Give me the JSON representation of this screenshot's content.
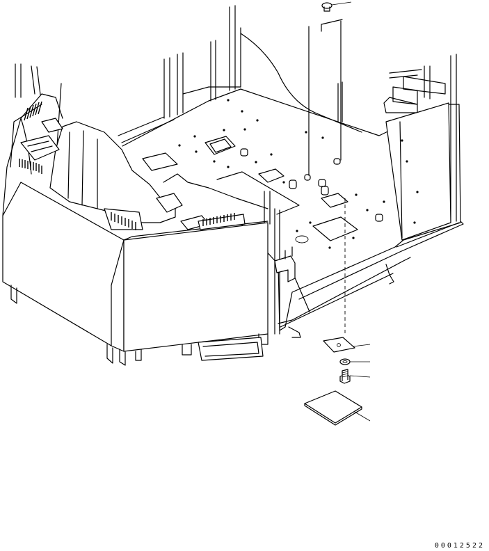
{
  "drawing": {
    "number": "00012522",
    "stroke_color": "#000000",
    "background_color": "#ffffff"
  },
  "parts": [
    {
      "id": "knob"
    },
    {
      "id": "floor-plate"
    },
    {
      "id": "cover-plate"
    },
    {
      "id": "washer"
    },
    {
      "id": "bolt"
    },
    {
      "id": "floor-mat"
    }
  ]
}
